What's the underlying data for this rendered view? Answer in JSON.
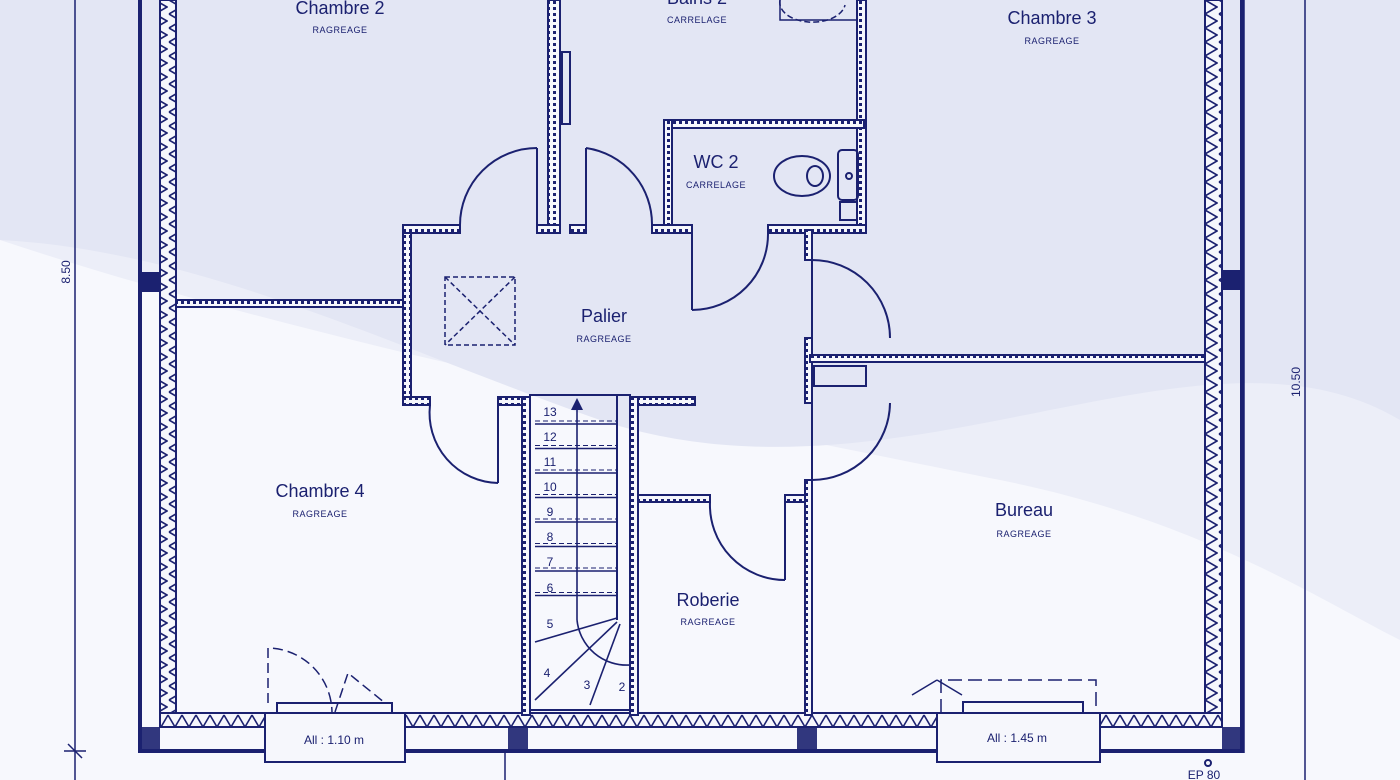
{
  "rooms": {
    "chambre2": {
      "name": "Chambre 2",
      "floor": "RAGREAGE"
    },
    "bains2": {
      "name": "Bains 2",
      "floor": "CARRELAGE"
    },
    "chambre3": {
      "name": "Chambre 3",
      "floor": "RAGREAGE"
    },
    "wc2": {
      "name": "WC 2",
      "floor": "CARRELAGE"
    },
    "palier": {
      "name": "Palier",
      "floor": "RAGREAGE"
    },
    "chambre4": {
      "name": "Chambre 4",
      "floor": "RAGREAGE"
    },
    "bureau": {
      "name": "Bureau",
      "floor": "RAGREAGE"
    },
    "roberie": {
      "name": "Roberie",
      "floor": "RAGREAGE"
    }
  },
  "windows": {
    "left": "All : 1.10 m",
    "right": "All : 1.45 m"
  },
  "dimensions": {
    "left": "8.50",
    "right": "10.50"
  },
  "markers": {
    "ep": "EP 80"
  },
  "stairs": {
    "steps": [
      "13",
      "12",
      "11",
      "10",
      "9",
      "8",
      "7",
      "6",
      "5",
      "4",
      "3",
      "2"
    ]
  },
  "colors": {
    "ink": "#1b2170",
    "background": "#eceef8"
  }
}
